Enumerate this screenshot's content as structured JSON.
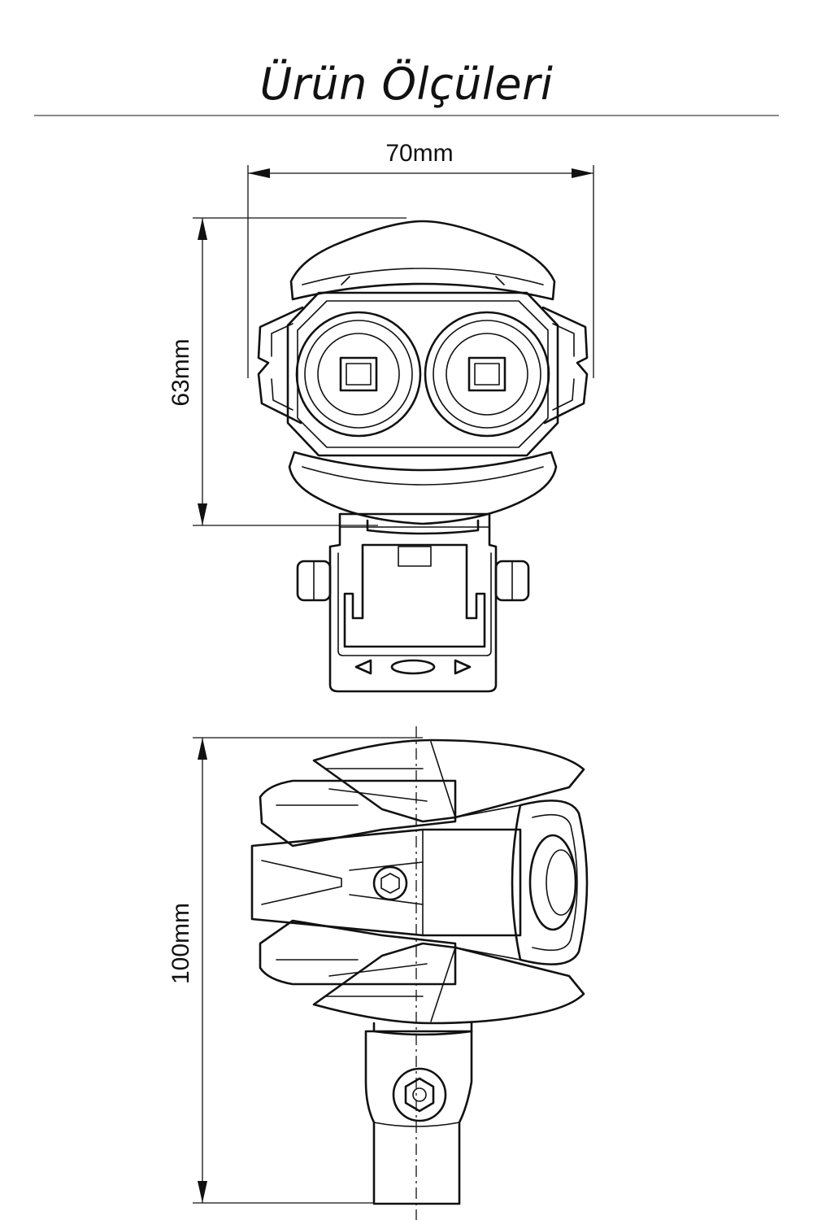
{
  "header": {
    "title": "Ürün Ölçüleri"
  },
  "dimensions": {
    "width_label": "70mm",
    "height_label": "63mm",
    "length_label": "100mm"
  },
  "colors": {
    "ink": "#111111",
    "rule": "#8a8a8a",
    "background": "#ffffff"
  }
}
